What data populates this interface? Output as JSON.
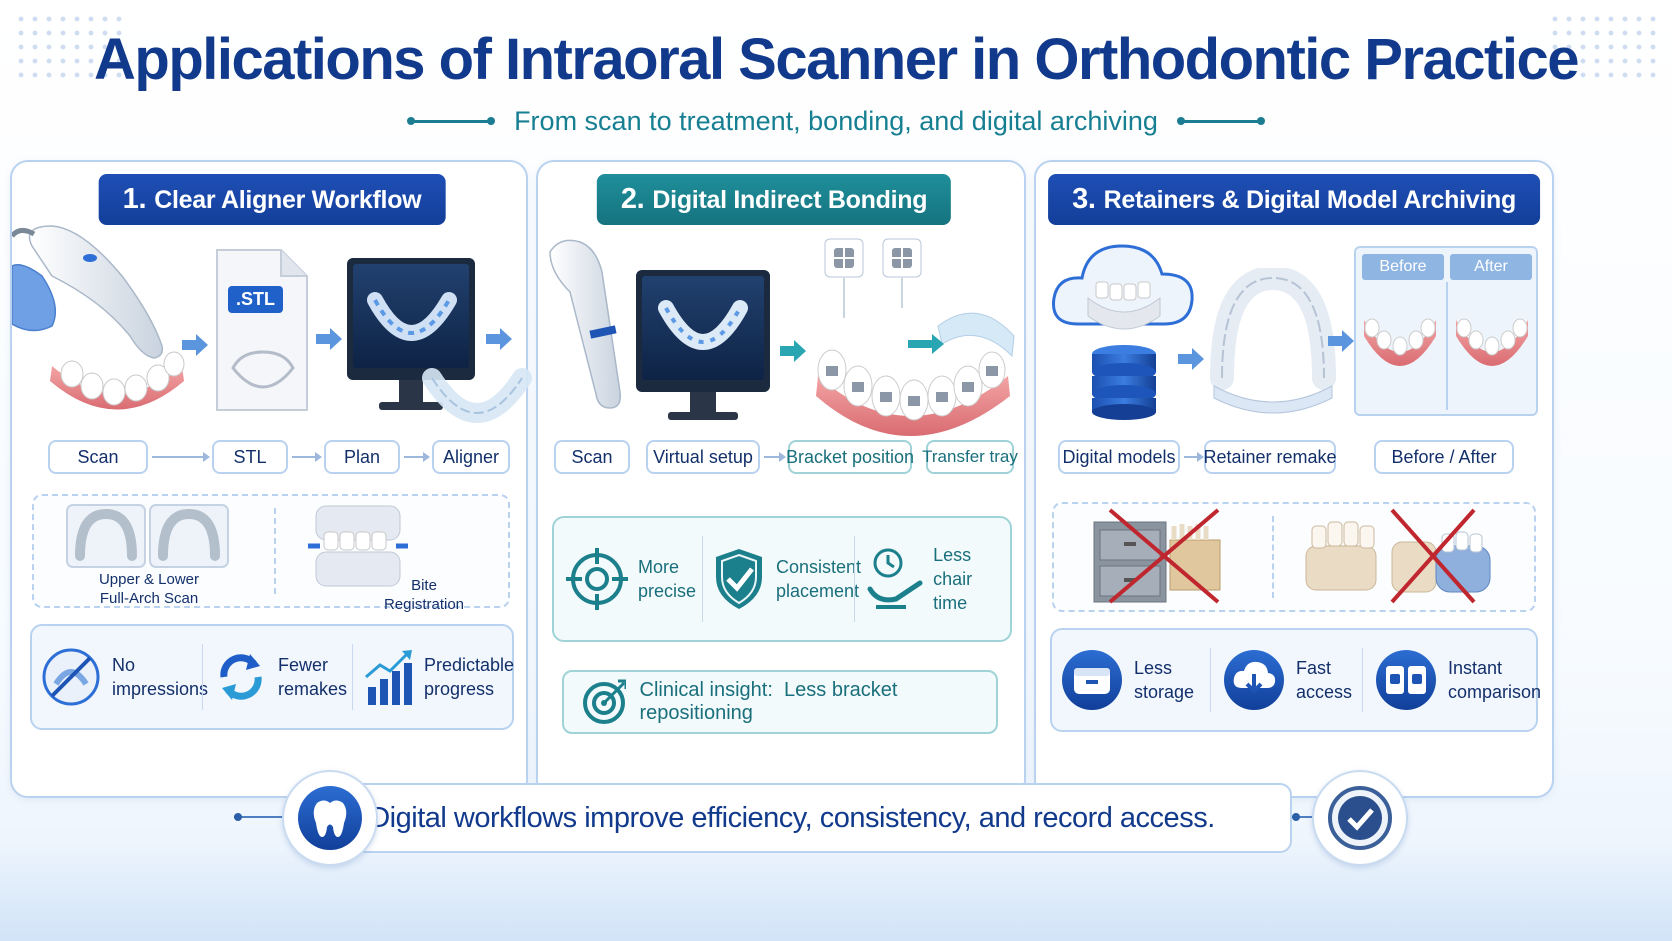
{
  "title": "Applications of Intraoral Scanner in Orthodontic Practice",
  "subtitle": "From scan to treatment, bonding, and digital archiving",
  "colors": {
    "navy": "#123a8c",
    "teal": "#177f92",
    "panel_border": "#b9d2ef",
    "red_cross": "#c0262e"
  },
  "panels": [
    {
      "number": "1.",
      "title": "Clear Aligner Workflow",
      "file_badge": ".STL",
      "steps": [
        "Scan",
        "STL",
        "Plan",
        "Aligner"
      ],
      "captions": [
        {
          "line1": "Upper & Lower",
          "line2": "Full-Arch Scan"
        },
        {
          "line1": "Bite",
          "line2": "Registration"
        }
      ],
      "benefits": [
        {
          "icon": "no-impressions-icon",
          "line1": "No",
          "line2": "impressions"
        },
        {
          "icon": "refresh-icon",
          "line1": "Fewer",
          "line2": "remakes"
        },
        {
          "icon": "growth-chart-icon",
          "line1": "Predictable",
          "line2": "progress"
        }
      ]
    },
    {
      "number": "2.",
      "title": "Digital Indirect Bonding",
      "steps": [
        "Scan",
        "Virtual setup",
        "Bracket position",
        "Transfer tray"
      ],
      "benefits": [
        {
          "icon": "target-icon",
          "line1": "More",
          "line2": "precise"
        },
        {
          "icon": "shield-check-icon",
          "line1": "Consistent",
          "line2": "placement"
        },
        {
          "icon": "dental-chair-clock-icon",
          "line1": "Less",
          "line2": "chair time"
        }
      ],
      "insight": {
        "label": "Clinical insight:",
        "text": "Less bracket repositioning",
        "icon": "bullseye-icon"
      }
    },
    {
      "number": "3.",
      "title": "Retainers & Digital Model Archiving",
      "compare_labels": [
        "Before",
        "After"
      ],
      "steps": [
        "Digital models",
        "Retainer remake",
        "Before / After"
      ],
      "benefits": [
        {
          "icon": "storage-box-icon",
          "line1": "Less",
          "line2": "storage"
        },
        {
          "icon": "cloud-download-icon",
          "line1": "Fast",
          "line2": "access"
        },
        {
          "icon": "compare-icon",
          "line1": "Instant",
          "line2": "comparison"
        }
      ]
    }
  ],
  "footer": {
    "text": "Digital workflows improve efficiency, consistency, and record access.",
    "left_icon": "tooth-icon",
    "right_icon": "check-badge-icon"
  }
}
